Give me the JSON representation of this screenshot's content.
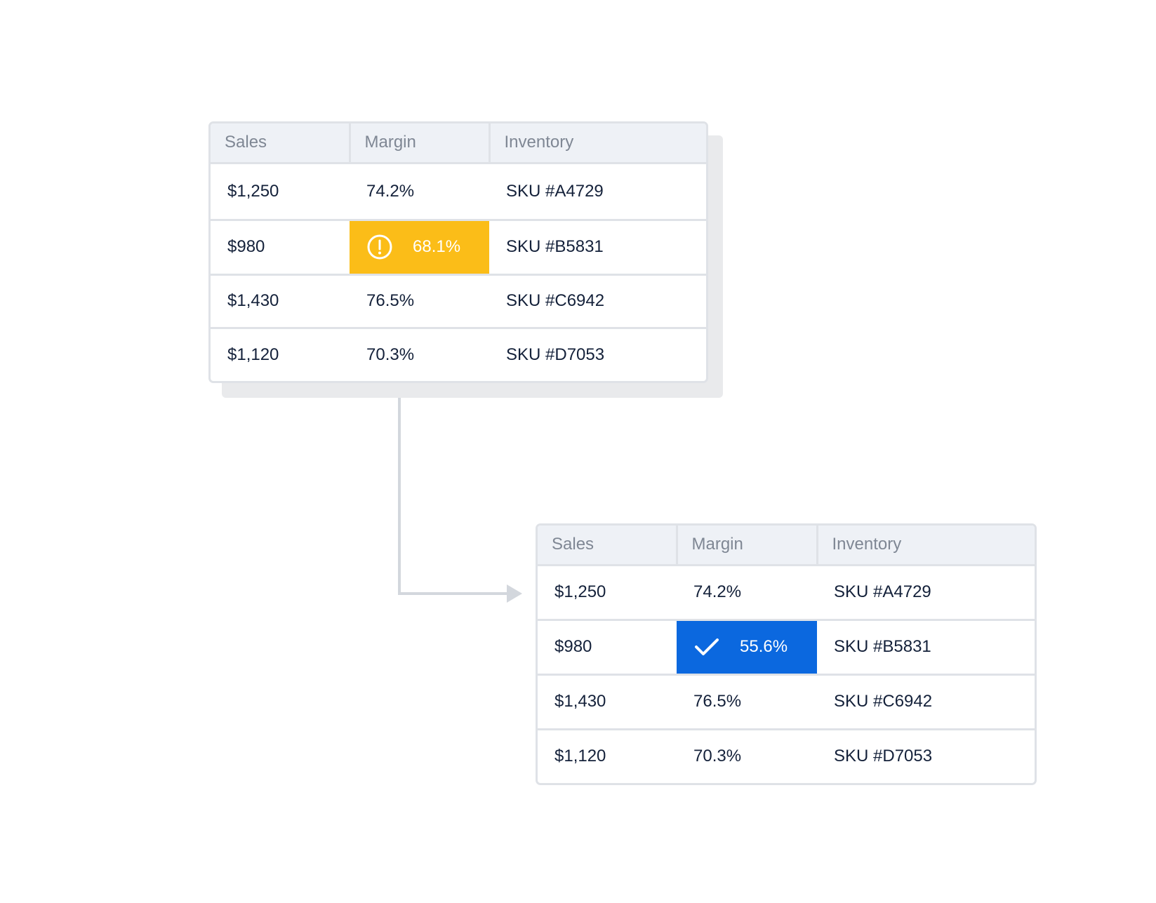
{
  "colors": {
    "warning": "#fbbd18",
    "success": "#0b68df",
    "border": "#dfe2e7",
    "header_bg": "#eef1f6",
    "header_text": "#7f8794",
    "cell_text": "#14213a",
    "connector": "#d3d7dd"
  },
  "before_table": {
    "headers": [
      "Sales",
      "Margin",
      "Inventory"
    ],
    "rows": [
      {
        "sales": "$1,250",
        "margin": "74.2%",
        "inventory": "SKU #A4729"
      },
      {
        "sales": "$980",
        "margin": "68.1%",
        "inventory": "SKU #B5831",
        "margin_icon": "alert-circle-icon"
      },
      {
        "sales": "$1,430",
        "margin": "76.5%",
        "inventory": "SKU #C6942"
      },
      {
        "sales": "$1,120",
        "margin": "70.3%",
        "inventory": "SKU #D7053"
      }
    ]
  },
  "after_table": {
    "headers": [
      "Sales",
      "Margin",
      "Inventory"
    ],
    "rows": [
      {
        "sales": "$1,250",
        "margin": "74.2%",
        "inventory": "SKU #A4729"
      },
      {
        "sales": "$980",
        "margin": "55.6%",
        "inventory": "SKU #B5831",
        "margin_icon": "checkmark-icon"
      },
      {
        "sales": "$1,430",
        "margin": "76.5%",
        "inventory": "SKU #C6942"
      },
      {
        "sales": "$1,120",
        "margin": "70.3%",
        "inventory": "SKU #D7053"
      }
    ]
  },
  "connector": {
    "icon": "arrow-right-icon"
  }
}
